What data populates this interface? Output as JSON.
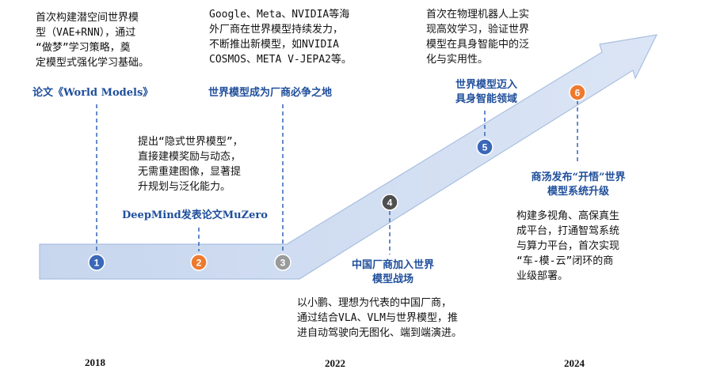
{
  "colors": {
    "band": "#bfd0ea",
    "band_edge": "#a9bfe0",
    "dashed": "#3f6fba",
    "title": "#1f4e9b",
    "dot_blue": "#3a67b8",
    "dot_orange": "#ee7a2f",
    "dot_gray": "#9a9a9a",
    "dot_dark": "#4f4f4f"
  },
  "milestones": [
    {
      "num": "1",
      "title": "论文《World Models》",
      "desc": "首次构建潜空间世界模\n型（VAE+RNN），通过\n“做梦”学习策略，奠\n定模型式强化学习基础。"
    },
    {
      "num": "2",
      "title": "DeepMind发表论文MuZero",
      "desc": "提出“隐式世界模型”，\n直接建模奖励与动态，\n无需重建图像，显著提\n升规划与泛化能力。"
    },
    {
      "num": "3",
      "title": "世界模型成为厂商必争之地",
      "desc": "Google、Meta、NVIDIA等海\n外厂商在世界模型持续发力，\n不断推出新模型，如NVIDIA\nCOSMOS、META V-JEPA2等。"
    },
    {
      "num": "4",
      "title": "中国厂商加入世界\n模型战场",
      "desc": "以小鹏、理想为代表的中国厂商，\n通过结合VLA、VLM与世界模型，推\n进自动驾驶向无图化、端到端演进。"
    },
    {
      "num": "5",
      "title": "世界模型迈入\n具身智能领域",
      "desc": "首次在物理机器人上实\n现高效学习，验证世界\n模型在具身智能中的泛\n化与实用性。"
    },
    {
      "num": "6",
      "title": "商汤发布“开悟”世界\n模型系统升级",
      "desc": "构建多视角、高保真生\n成平台，打通智驾系统\n与算力平台，首次实现\n“车-模-云”闭环的商\n业级部署。"
    }
  ],
  "years": [
    "2018",
    "2022",
    "2024"
  ]
}
